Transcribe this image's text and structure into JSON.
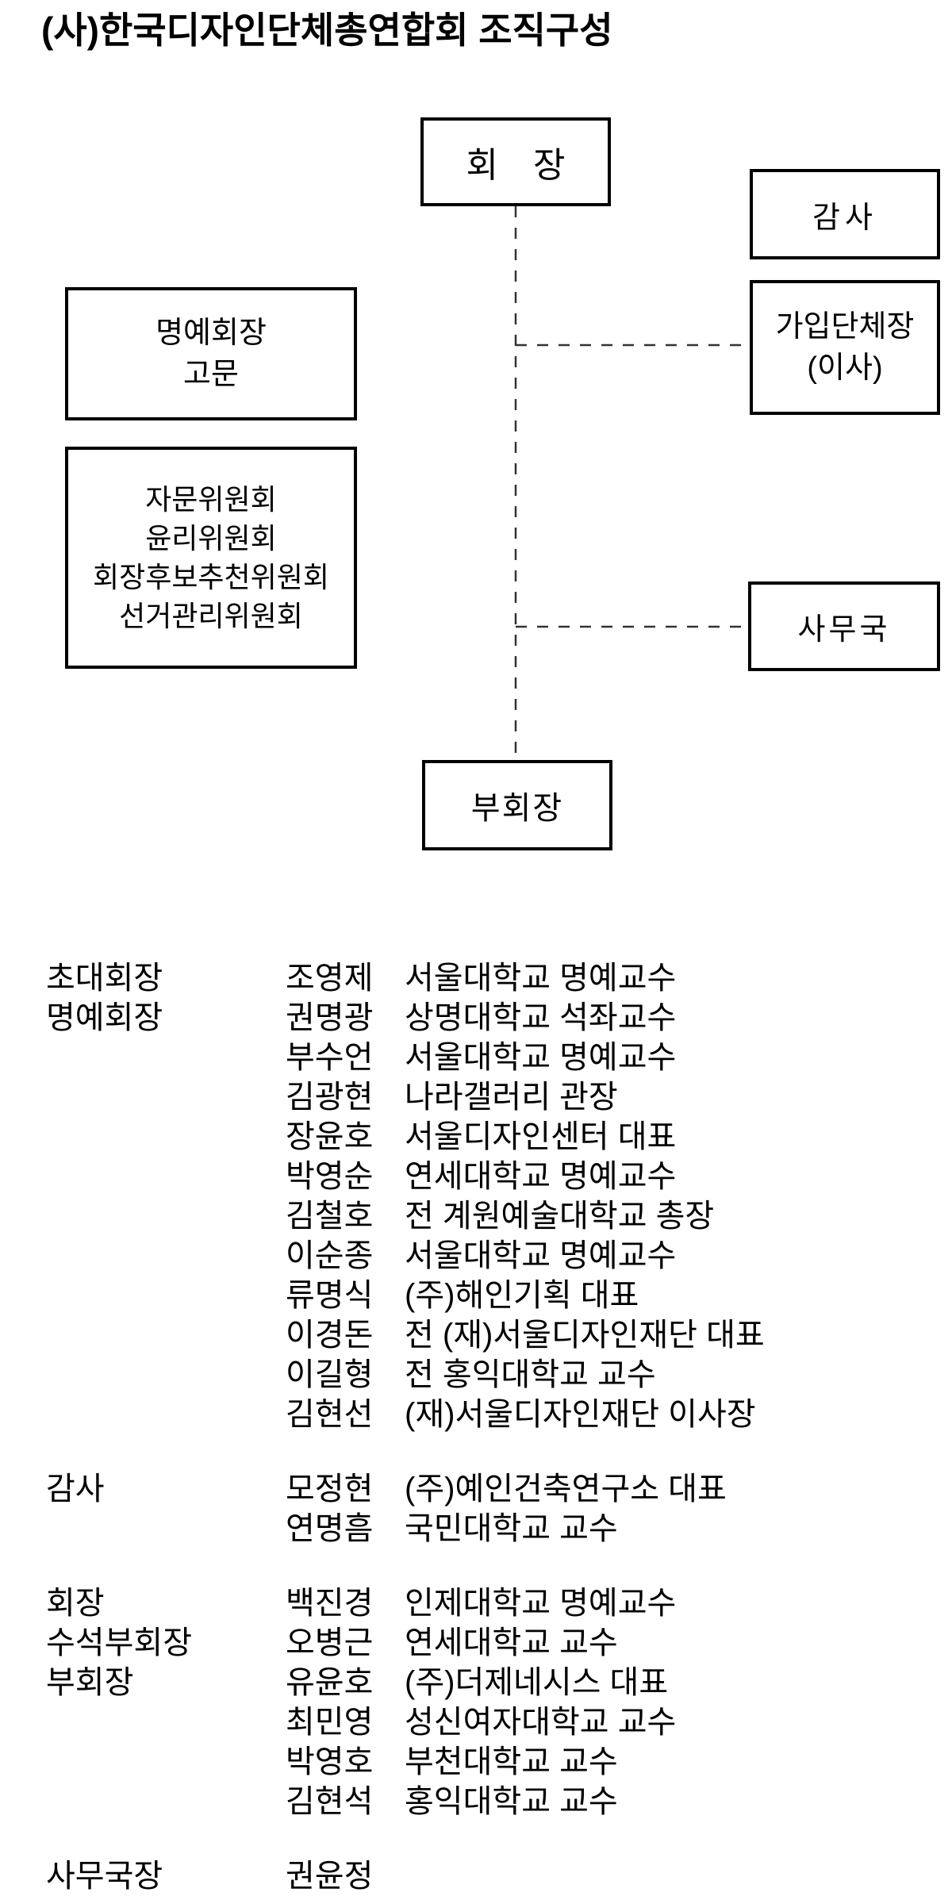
{
  "title": "(사)한국디자인단체총연합회 조직구성",
  "colors": {
    "ink": "#000000",
    "background": "#ffffff",
    "connector": "#333333"
  },
  "org_chart": {
    "chairman": "회　장",
    "auditor": "감사",
    "member_org_head": {
      "lines": [
        "가입단체장",
        "(이사)"
      ]
    },
    "honorary": {
      "lines": [
        "명예회장",
        "고문"
      ]
    },
    "committees": [
      "자문위원회",
      "윤리위원회",
      "회장후보추천위원회",
      "선거관리위원회"
    ],
    "secretariat": "사무국",
    "vice_chairman": "부회장"
  },
  "roster": {
    "rows": [
      {
        "role": "초대회장",
        "name": "조영제",
        "affiliation": "서울대학교 명예교수",
        "gap_before": false
      },
      {
        "role": "명예회장",
        "name": "권명광",
        "affiliation": "상명대학교 석좌교수",
        "gap_before": false
      },
      {
        "role": "",
        "name": "부수언",
        "affiliation": "서울대학교 명예교수",
        "gap_before": false
      },
      {
        "role": "",
        "name": "김광현",
        "affiliation": "나라갤러리 관장",
        "gap_before": false
      },
      {
        "role": "",
        "name": "장윤호",
        "affiliation": "서울디자인센터 대표",
        "gap_before": false
      },
      {
        "role": "",
        "name": "박영순",
        "affiliation": "연세대학교 명예교수",
        "gap_before": false
      },
      {
        "role": "",
        "name": "김철호",
        "affiliation": "전 계원예술대학교 총장",
        "gap_before": false
      },
      {
        "role": "",
        "name": "이순종",
        "affiliation": "서울대학교 명예교수",
        "gap_before": false
      },
      {
        "role": "",
        "name": "류명식",
        "affiliation": "(주)해인기획 대표",
        "gap_before": false
      },
      {
        "role": "",
        "name": "이경돈",
        "affiliation": "전 (재)서울디자인재단 대표",
        "gap_before": false
      },
      {
        "role": "",
        "name": "이길형",
        "affiliation": "전 홍익대학교 교수",
        "gap_before": false
      },
      {
        "role": "",
        "name": "김현선",
        "affiliation": "(재)서울디자인재단 이사장",
        "gap_before": false
      },
      {
        "role": "감사",
        "name": "모정현",
        "affiliation": "(주)예인건축연구소 대표",
        "gap_before": true
      },
      {
        "role": "",
        "name": "연명흠",
        "affiliation": "국민대학교 교수",
        "gap_before": false
      },
      {
        "role": "회장",
        "name": "백진경",
        "affiliation": "인제대학교 명예교수",
        "gap_before": true
      },
      {
        "role": "수석부회장",
        "name": "오병근",
        "affiliation": "연세대학교 교수",
        "gap_before": false
      },
      {
        "role": "부회장",
        "name": "유윤호",
        "affiliation": "(주)더제네시스 대표",
        "gap_before": false
      },
      {
        "role": "",
        "name": "최민영",
        "affiliation": "성신여자대학교 교수",
        "gap_before": false
      },
      {
        "role": "",
        "name": "박영호",
        "affiliation": "부천대학교 교수",
        "gap_before": false
      },
      {
        "role": "",
        "name": "김현석",
        "affiliation": "홍익대학교 교수",
        "gap_before": false
      },
      {
        "role": "사무국장",
        "name": "권윤정",
        "affiliation": "",
        "gap_before": true
      }
    ]
  }
}
